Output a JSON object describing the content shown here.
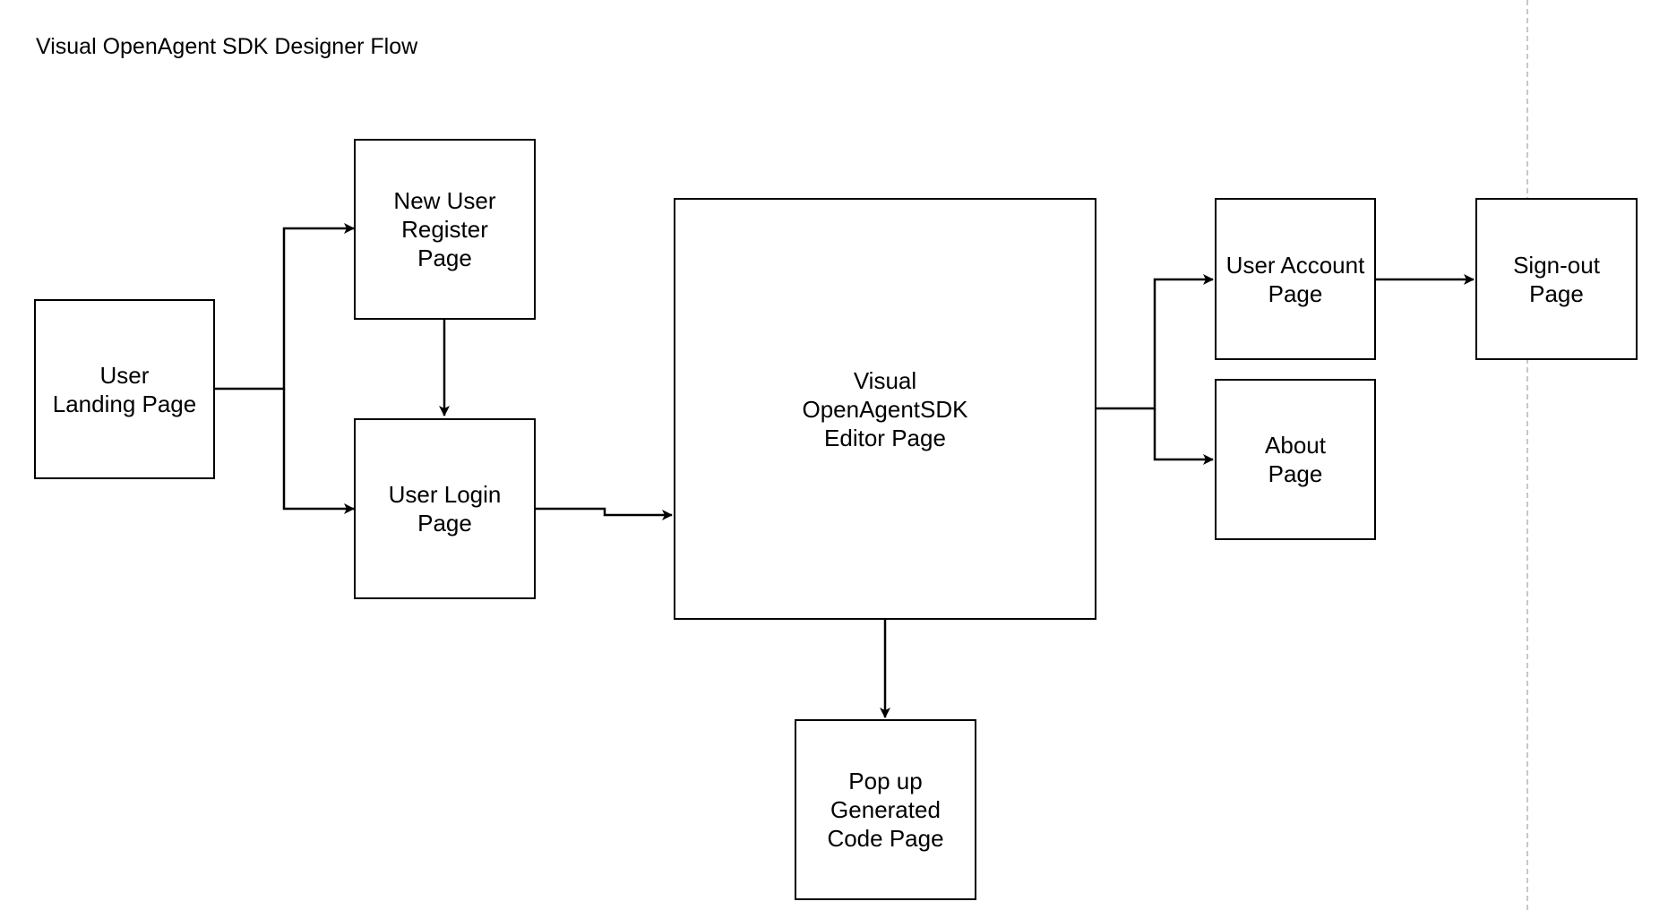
{
  "title": "Visual OpenAgent SDK Designer Flow",
  "nodes": {
    "landing": "User\nLanding Page",
    "register": "New User\nRegister\nPage",
    "login": "User Login\nPage",
    "editor": "Visual\nOpenAgentSDK\nEditor Page",
    "account": "User Account\nPage",
    "about": "About\nPage",
    "signout": "Sign-out\nPage",
    "popup": "Pop up\nGenerated\nCode Page"
  },
  "colors": {
    "stroke": "#000000",
    "divider": "#c8c8c8",
    "background": "#ffffff"
  }
}
